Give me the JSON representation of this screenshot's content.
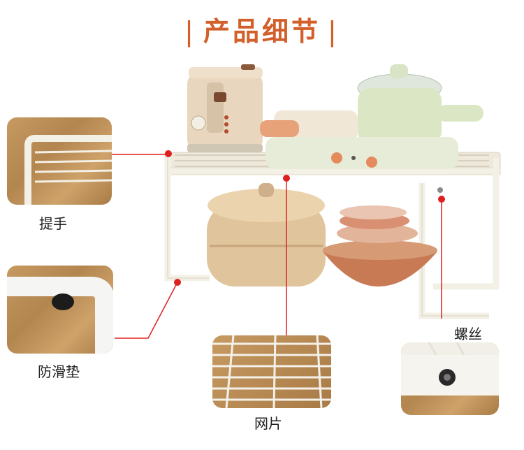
{
  "title": "产品细节",
  "callouts": {
    "handle": "提手",
    "pad": "防滑垫",
    "mesh": "网片",
    "screw": "螺丝"
  },
  "colors": {
    "accent": "#d35f2a",
    "callout_line": "#e02020",
    "rack": "#f3f0e6"
  }
}
